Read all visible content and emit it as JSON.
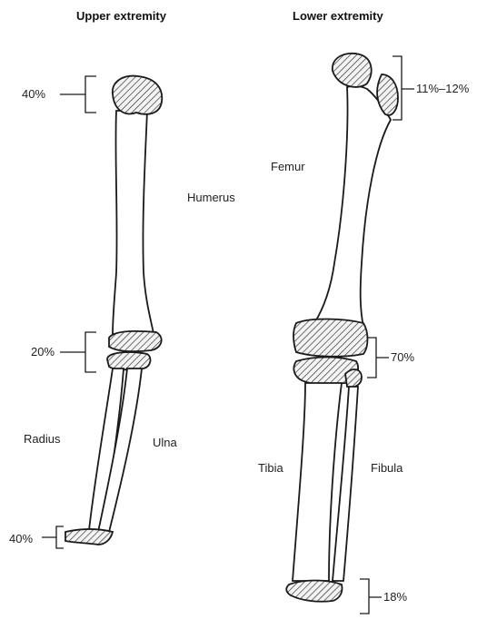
{
  "headings": {
    "upper": "Upper extremity",
    "lower": "Lower extremity"
  },
  "bones": {
    "humerus": "Humerus",
    "radius": "Radius",
    "ulna": "Ulna",
    "femur": "Femur",
    "tibia": "Tibia",
    "fibula": "Fibula"
  },
  "percentages": {
    "proximal_humerus": "40%",
    "elbow": "20%",
    "distal_forearm": "40%",
    "proximal_femur": "11%–12%",
    "knee": "70%",
    "ankle": "18%"
  },
  "colors": {
    "ink": "#1a1a1a",
    "background": "#ffffff"
  }
}
